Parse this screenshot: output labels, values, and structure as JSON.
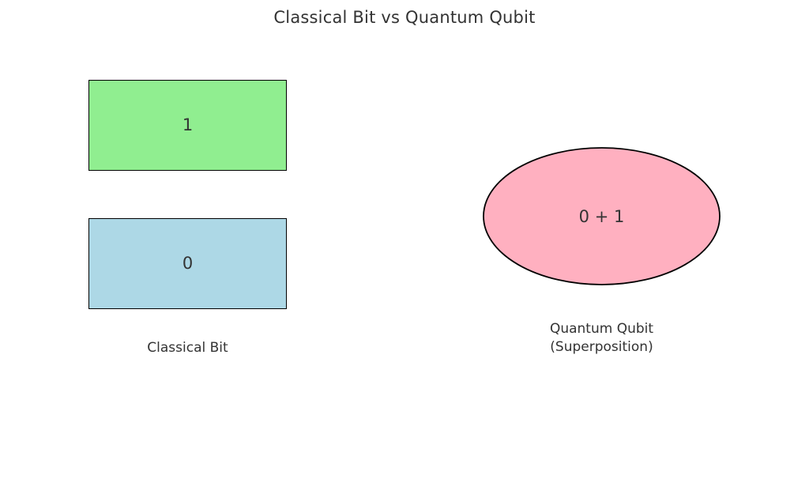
{
  "diagram": {
    "title": "Classical Bit vs Quantum Qubit",
    "background_color": "#ffffff",
    "text_color": "#333333",
    "outline_color": "#000000",
    "classical": {
      "caption_line1": "Classical Bit",
      "states": [
        {
          "value": "1",
          "fill": "#90ee90",
          "shape": "rectangle"
        },
        {
          "value": "0",
          "fill": "#add8e6",
          "shape": "rectangle"
        }
      ]
    },
    "quantum": {
      "caption_line1": "Quantum Qubit",
      "caption_line2": "(Superposition)",
      "state": {
        "value": "0 + 1",
        "fill": "#ffb6c1",
        "shape": "ellipse"
      }
    }
  }
}
